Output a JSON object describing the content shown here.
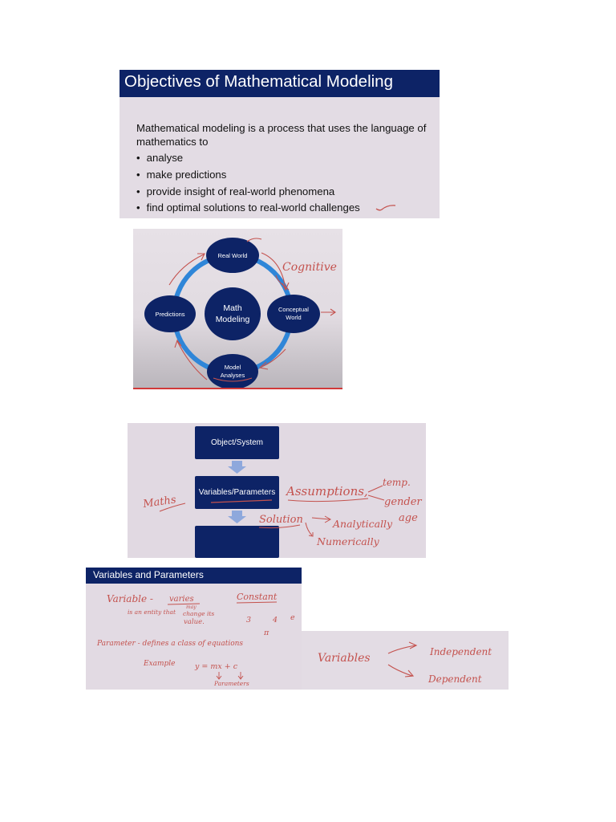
{
  "slide1": {
    "title": "Objectives of Mathematical Modeling",
    "intro": "Mathematical modeling is a process that uses the language of mathematics to",
    "bullet": "•",
    "bullets": [
      "analyse",
      "make predictions",
      "provide insight of real-world phenomena",
      "find optimal solutions to real-world challenges"
    ]
  },
  "slide2": {
    "center_line1": "Math",
    "center_line2": "Modeling",
    "nodes": {
      "real_world": "Real World",
      "conceptual_line1": "Conceptual",
      "conceptual_line2": "World",
      "model_line1": "Model",
      "model_line2": "Analyses",
      "predictions": "Predictions"
    },
    "annotation": "Cognitive"
  },
  "slide3": {
    "boxes": [
      "Object/System",
      "Variables/Parameters",
      ""
    ],
    "annotations": {
      "maths": "Maths",
      "assumptions": "Assumptions,",
      "temp": "temp.",
      "gender": "gender",
      "age": "age",
      "solution": "Solution",
      "analytically": "Analytically",
      "numerically": "Numerically"
    }
  },
  "slide4": {
    "title": "Variables and Parameters",
    "notes": {
      "variable": "Variable -",
      "varies": "varies",
      "variable_def": "is an entity that",
      "may": "may",
      "change": "change its",
      "value": "value.",
      "constant": "Constant",
      "c1": "3",
      "c2": "4",
      "c3": "e",
      "c4": "π",
      "parameter": "Parameter - defines a class of equations",
      "example": "Example",
      "equation": "y = mx + c",
      "parameters": "Parameters"
    }
  },
  "slide5": {
    "notes": {
      "variables": "Variables",
      "independent": "Independent",
      "dependent": "Dependent"
    }
  },
  "colors": {
    "navy": "#0d2366",
    "ink": "#c4524e",
    "slide_bg": "#e3dce4",
    "ring": "#2f86d8"
  }
}
